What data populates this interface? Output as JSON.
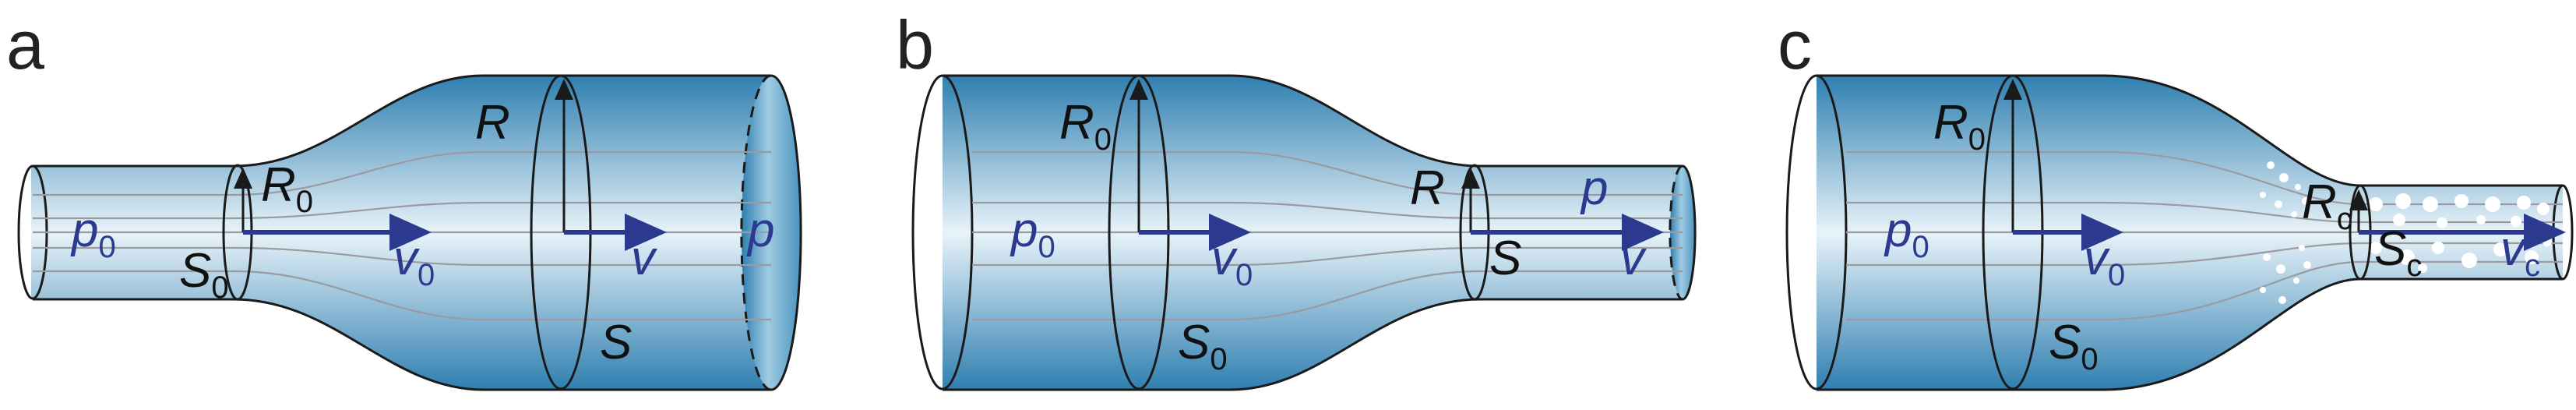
{
  "colors": {
    "tube_dark": "#2f7fb0",
    "tube_light": "#e8f3f9",
    "arrow_blue": "#2b3a8f",
    "outline": "#1a1a1a",
    "streamline": "#9a9aa0"
  },
  "panels": [
    {
      "letter": "a",
      "labels": {
        "p0": {
          "main": "p",
          "sub": "0"
        },
        "s0": {
          "main": "S",
          "sub": "0"
        },
        "r0": {
          "main": "R",
          "sub": "0"
        },
        "v0": {
          "main": "v",
          "sub": "0"
        },
        "r": {
          "main": "R"
        },
        "v": {
          "main": "v"
        },
        "p": {
          "main": "p"
        },
        "s": {
          "main": "S"
        }
      }
    },
    {
      "letter": "b",
      "labels": {
        "r0": {
          "main": "R",
          "sub": "0"
        },
        "p0": {
          "main": "p",
          "sub": "0"
        },
        "v0": {
          "main": "v",
          "sub": "0"
        },
        "s0": {
          "main": "S",
          "sub": "0"
        },
        "r": {
          "main": "R"
        },
        "p": {
          "main": "p"
        },
        "s": {
          "main": "S"
        },
        "v": {
          "main": "v"
        }
      }
    },
    {
      "letter": "c",
      "labels": {
        "r0": {
          "main": "R",
          "sub": "0"
        },
        "p0": {
          "main": "p",
          "sub": "0"
        },
        "v0": {
          "main": "v",
          "sub": "0"
        },
        "s0": {
          "main": "S",
          "sub": "0"
        },
        "rc": {
          "main": "R",
          "sub": "c"
        },
        "sc": {
          "main": "S",
          "sub": "c"
        },
        "vc": {
          "main": "v",
          "sub": "c"
        }
      }
    }
  ]
}
